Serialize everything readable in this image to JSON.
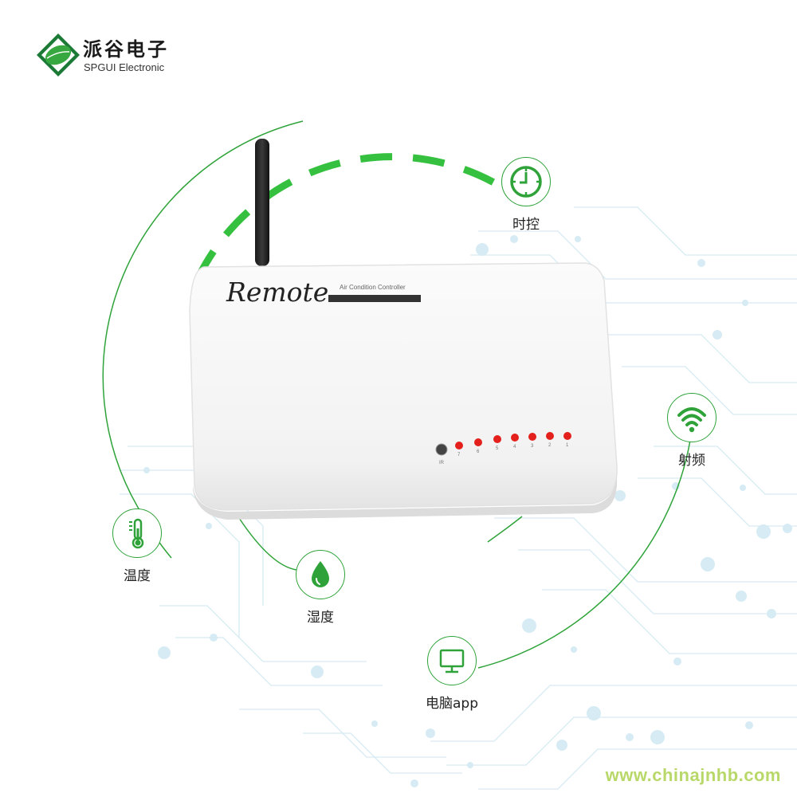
{
  "brand": {
    "name_cn": "派谷电子",
    "name_en": "SPGUI Electronic",
    "logo_icon": "spgui-leaf-logo-icon"
  },
  "device": {
    "brand_text": "Remote",
    "subtitle_text": "Air Condition Controller",
    "led_labels": [
      "7",
      "6",
      "5",
      "4",
      "3",
      "2",
      "1"
    ],
    "ir_label": "IR"
  },
  "features": [
    {
      "id": "timer",
      "label": "时控",
      "icon": "clock-icon"
    },
    {
      "id": "rf",
      "label": "射频",
      "icon": "wifi-icon"
    },
    {
      "id": "temperature",
      "label": "温度",
      "icon": "thermometer-icon"
    },
    {
      "id": "humidity",
      "label": "湿度",
      "icon": "water-drop-icon"
    },
    {
      "id": "pc",
      "label": "电脑app",
      "icon": "monitor-icon"
    }
  ],
  "watermark": "www.chinajnhb.com",
  "colors": {
    "accent_green": "#2fa33a",
    "dash_green": "#35c13f",
    "circuit_blue": "#cfe7f2",
    "led_red": "#e3201b"
  }
}
